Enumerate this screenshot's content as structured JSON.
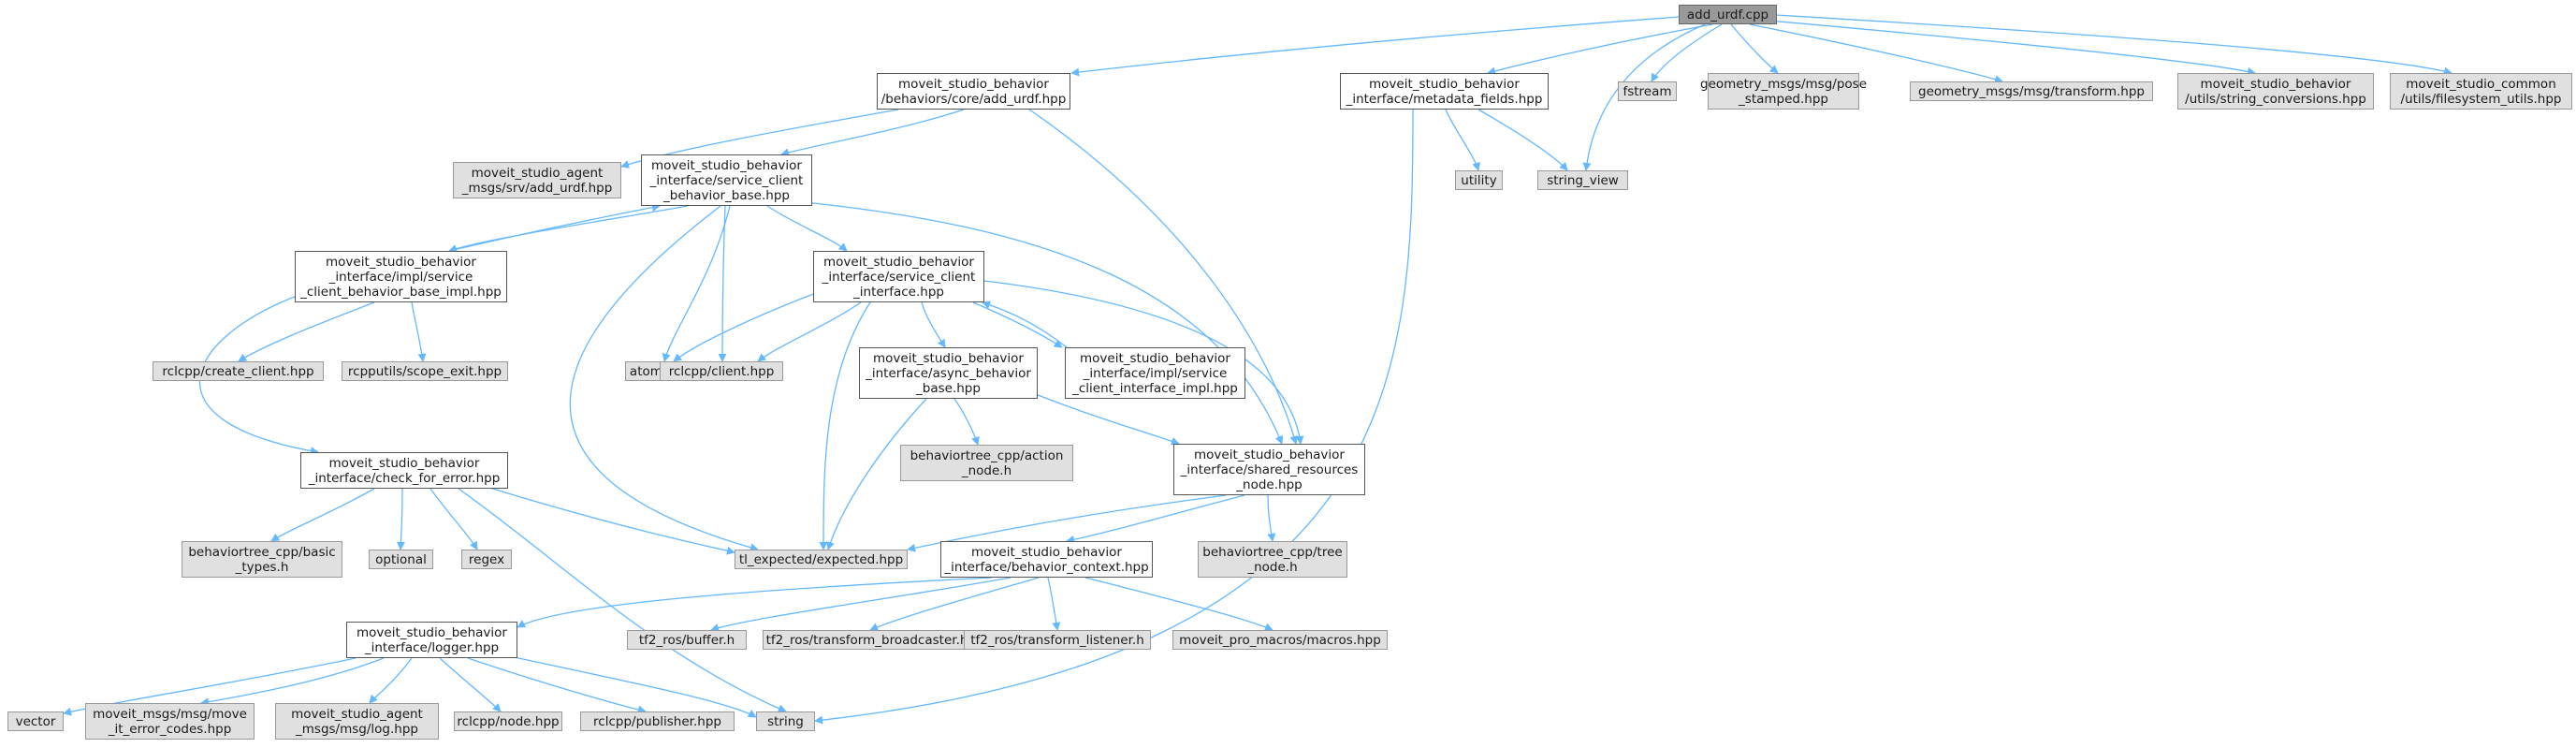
{
  "nodes": {
    "add_urdf_cpp": "add_urdf.cpp",
    "add_urdf_hpp": "moveit_studio_behavior\n/behaviors/core/add_urdf.hpp",
    "metadata_fields": "moveit_studio_behavior\n_interface/metadata_fields.hpp",
    "fstream": "fstream",
    "pose_stamped": "geometry_msgs/msg/pose\n_stamped.hpp",
    "transform": "geometry_msgs/msg/transform.hpp",
    "string_conversions": "moveit_studio_behavior\n/utils/string_conversions.hpp",
    "filesystem_utils": "moveit_studio_common\n/utils/filesystem_utils.hpp",
    "srv_add_urdf": "moveit_studio_agent\n_msgs/srv/add_urdf.hpp",
    "sc_behavior_base": "moveit_studio_behavior\n_interface/service_client\n_behavior_base.hpp",
    "utility": "utility",
    "string_view": "string_view",
    "sc_behavior_base_impl": "moveit_studio_behavior\n_interface/impl/service\n_client_behavior_base_impl.hpp",
    "sc_interface": "moveit_studio_behavior\n_interface/service_client\n_interface.hpp",
    "create_client": "rclcpp/create_client.hpp",
    "scope_exit": "rcpputils/scope_exit.hpp",
    "atomic": "atomic",
    "client": "rclcpp/client.hpp",
    "async_behavior_base": "moveit_studio_behavior\n_interface/async_behavior\n_base.hpp",
    "sc_interface_impl": "moveit_studio_behavior\n_interface/impl/service\n_client_interface_impl.hpp",
    "check_for_error": "moveit_studio_behavior\n_interface/check_for_error.hpp",
    "action_node": "behaviortree_cpp/action\n_node.h",
    "shared_resources_node": "moveit_studio_behavior\n_interface/shared_resources\n_node.hpp",
    "basic_types": "behaviortree_cpp/basic\n_types.h",
    "optional": "optional",
    "regex": "regex",
    "expected": "tl_expected/expected.hpp",
    "behavior_context": "moveit_studio_behavior\n_interface/behavior_context.hpp",
    "tree_node": "behaviortree_cpp/tree\n_node.h",
    "logger": "moveit_studio_behavior\n_interface/logger.hpp",
    "tf2_buffer": "tf2_ros/buffer.h",
    "tf2_broadcaster": "tf2_ros/transform_broadcaster.h",
    "tf2_listener": "tf2_ros/transform_listener.h",
    "macros": "moveit_pro_macros/macros.hpp",
    "vector": "vector",
    "move_it_error_codes": "moveit_msgs/msg/move\n_it_error_codes.hpp",
    "msg_log": "moveit_studio_agent\n_msgs/msg/log.hpp",
    "node": "rclcpp/node.hpp",
    "publisher": "rclcpp/publisher.hpp",
    "string": "string"
  },
  "colors": {
    "edge": "#63b8ff",
    "node_fill": "#e0e0e0",
    "node_border": "#999999",
    "doc_fill": "#ffffff",
    "doc_border": "#555555",
    "root_fill": "#999999"
  }
}
